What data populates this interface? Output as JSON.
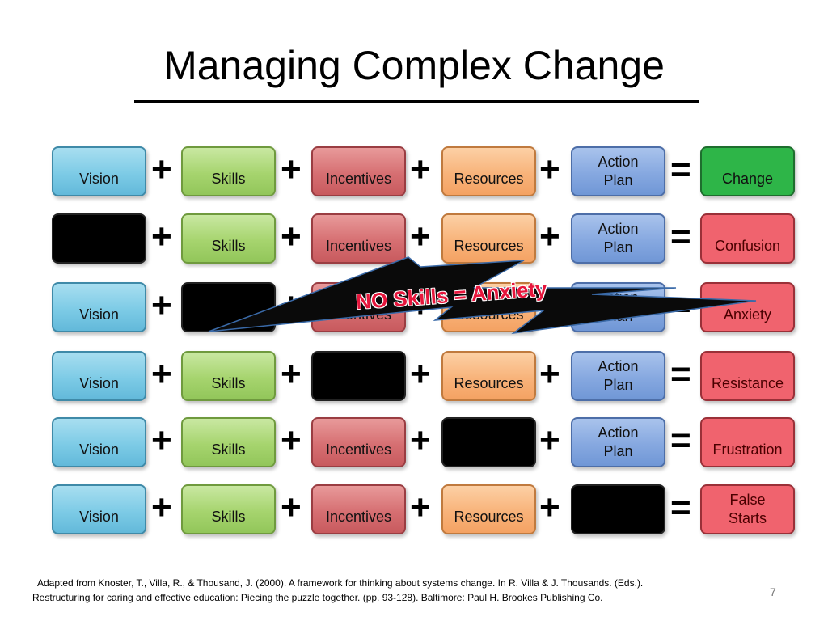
{
  "title": "Managing Complex Change",
  "operators": {
    "plus": "+",
    "equals": "="
  },
  "labels": {
    "vision": "Vision",
    "skills": "Skills",
    "incentives": "Incentives",
    "resources": "Resources",
    "action_plan_line1": "Action",
    "action_plan_line2": "Plan"
  },
  "outcomes": {
    "row1": "Change",
    "row2": "Confusion",
    "row3": "Anxiety",
    "row4": "Resistance",
    "row5": "Frustration",
    "row6_line1": "False",
    "row6_line2": "Starts"
  },
  "callout": "NO Skills = Anxiety",
  "citation_line1": "Adapted from Knoster, T., Villa, R., & Thousand, J. (2000). A framework for thinking about systems change. In R. Villa & J. Thousands. (Eds.).",
  "citation_line2": "Restructuring for caring and effective education: Piecing the puzzle together. (pp. 93-128). Baltimore: Paul H. Brookes Publishing Co.",
  "page_number": "7",
  "colors": {
    "vision": "#7dcbe6",
    "skills": "#a6d46e",
    "incentives": "#d66f72",
    "resources": "#f8b37a",
    "action_plan": "#86a8e0",
    "outcome_success": "#2eb548",
    "outcome_failure": "#f0636e",
    "missing": "#000000",
    "callout_text": "#e6163c"
  }
}
